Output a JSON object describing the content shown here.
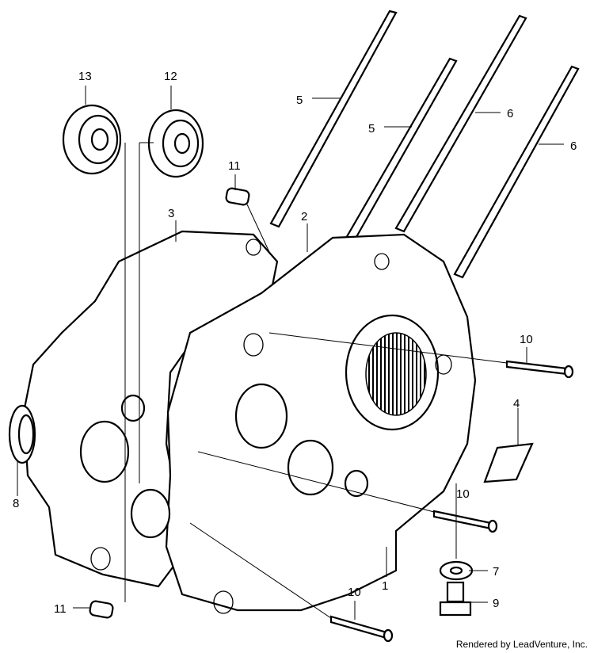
{
  "callouts": {
    "c13": "13",
    "c12": "12",
    "c11a": "11",
    "c3": "3",
    "c2": "2",
    "c5a": "5",
    "c5b": "5",
    "c6a": "6",
    "c6b": "6",
    "c10a": "10",
    "c4": "4",
    "c8": "8",
    "c10b": "10",
    "c7": "7",
    "c1": "1",
    "c9": "9",
    "c11b": "11",
    "c10c": "10"
  },
  "credit": "Rendered by LeadVenture, Inc."
}
